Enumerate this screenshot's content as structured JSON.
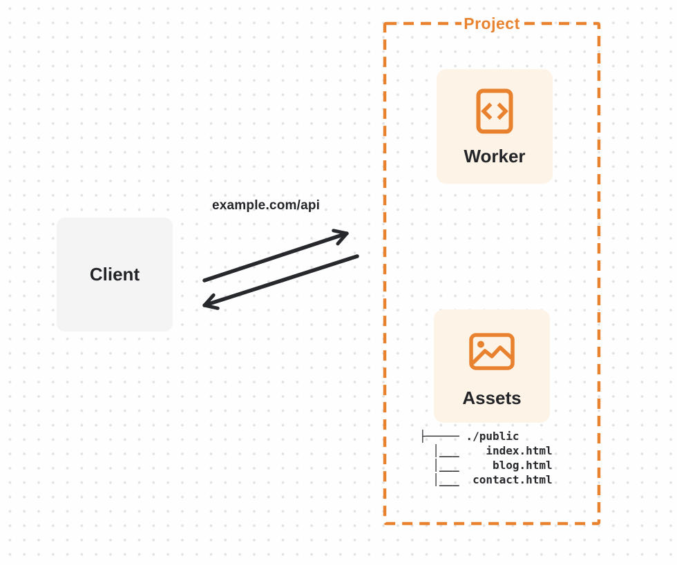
{
  "colors": {
    "accent_orange": "#E8822E",
    "warm_card_bg": "#FDF3E7",
    "client_card_bg": "#F4F4F5",
    "ink": "#26282B",
    "grid_dot": "#E2E2E2"
  },
  "project": {
    "label": "Project",
    "worker": {
      "label": "Worker",
      "icon": "code-document-icon"
    },
    "assets": {
      "label": "Assets",
      "icon": "image-icon"
    },
    "file_tree": {
      "lines": [
        "├───── ./public",
        "  │___    index.html",
        "  │___     blog.html",
        "  │___  contact.html"
      ]
    }
  },
  "client": {
    "label": "Client"
  },
  "request": {
    "url_label": "example.com/api"
  }
}
